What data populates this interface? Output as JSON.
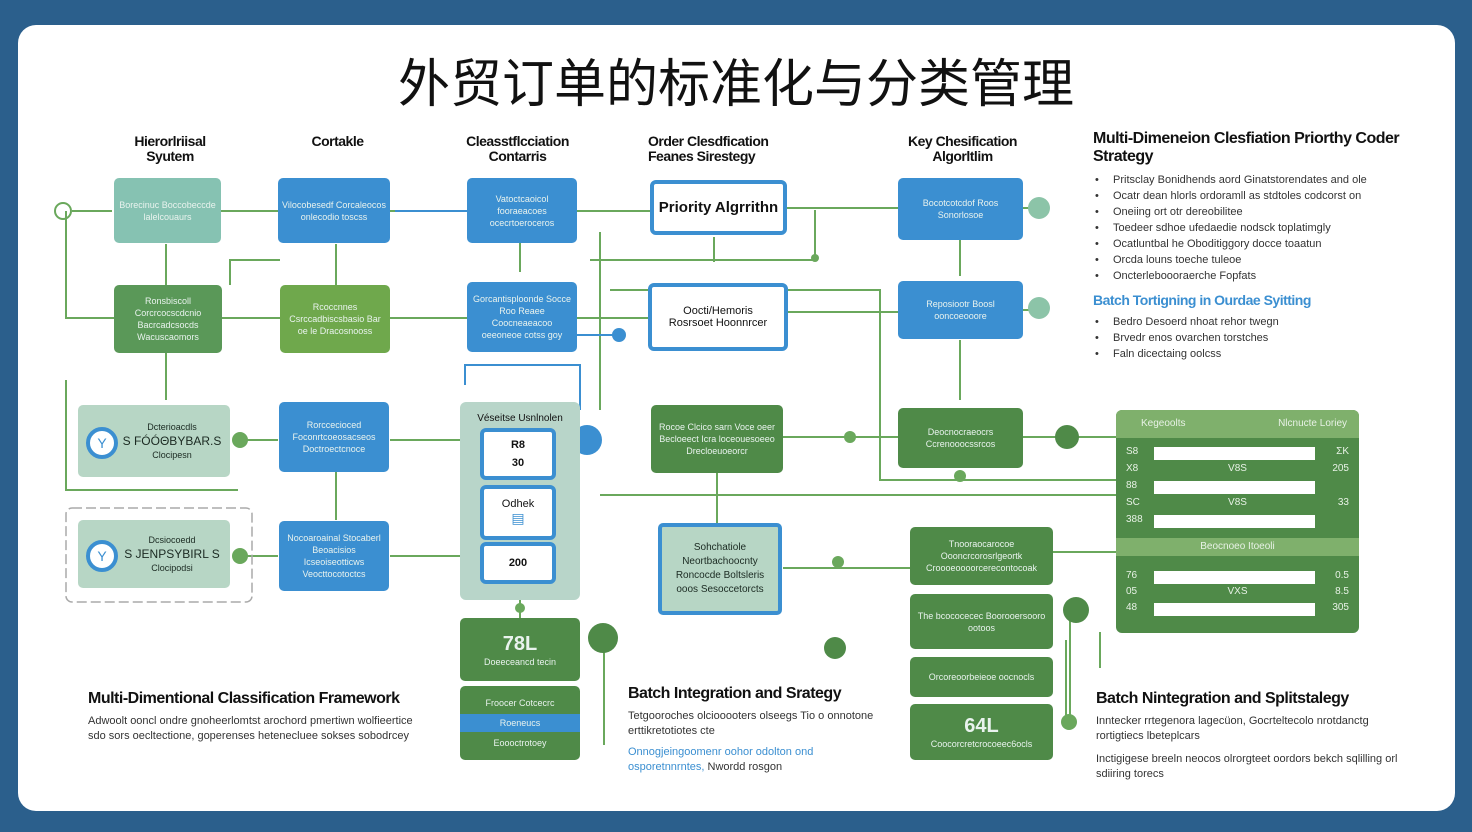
{
  "title": "外贸订单的标准化与分类管理",
  "headers": [
    "Hierorlriisal Syutem",
    "Cortakle",
    "Cleasstflcciation Contarris",
    "Order Clesdfication Feanes Sirestegy",
    "Key Chesification Algorltlim"
  ],
  "boxes": {
    "h1": "Borecinuc Boccobeccde lalelcouaurs",
    "h2": "Ronsbiscoll Corcrcocscdcnio Bacrcadcsocds Wacuscaomors",
    "c1": "Vilocobesedf Corcaleocos onlecodio toscss",
    "c2": "Rcoccnnes Csrccadbiscsbasio Bar oe le Dracosnooss",
    "cc1": "Vatoctcaoicol fooraeacoes ocecrtoeroceros",
    "cc2": "Gorcantisploonde Socce Roo Reaee Coocneaeacoo oeeoneoe cotss goy",
    "priority": "Priority Algrrithn",
    "oc": "Oocti/Hemoris Rosrsoet Hoonnrcer",
    "k1": "Bocotcotcdof Roos Sonorlosoe",
    "k2": "Reposiootr Boosl ooncoeooore",
    "d1": [
      "Dcterioacdls",
      "S FÓÓΘBYBAR.S",
      "Clocipesn"
    ],
    "d2": [
      "Dcsiocoedd",
      "S JENPSYBIRL S",
      "Clocipodsi"
    ],
    "b1": "Rorccecioced Foconrtcoeosacseos Doctroectcnoce",
    "b2": "Nocoaroainal Stocaberl Beoacisios Icseoiseotticws Veocttocotoctcs",
    "vessel_title": "Véseitse Usnlnolen",
    "vessel_items": [
      "R8",
      "30",
      "Odhek",
      "200"
    ],
    "g1": "Rocoe Clcico sarn Voce oeer Becloeect Icra loceouesoeeo Drecloeuoeorcr",
    "sched": "Sohchatiole Neortbachoocnty Roncocde Boltsleris ooos Sesoccetorcts",
    "g2": "Deocnocraeocrs Ccrenooocssrcos",
    "g3": "Tnooraocarocoe Oooncrcorosrlgeortk Croooeoooorcerecontocoak",
    "g4": "The bcococecec Boorooersooro ootoos",
    "g5": "Orcoreoorbeieoe oocnocls",
    "g6_num": "64L",
    "g6": "Coocorcretcrocoeec6ocls",
    "s1_num": "78L",
    "s1": "Doeeceancd tecin",
    "s2": [
      "Froocer Cotcecrc",
      "Roeneucs",
      "Eoooctrotoey"
    ]
  },
  "table": {
    "header_left": "Kegeoolts",
    "header_right": "Nlcnucte Loriey",
    "rows_a": [
      {
        "l": "S8",
        "m": "",
        "r": "ΣK"
      },
      {
        "l": "X8",
        "m": "V8S",
        "r": "205"
      },
      {
        "l": "88",
        "m": "",
        "r": ""
      },
      {
        "l": "SC",
        "m": "V8S",
        "r": "33"
      },
      {
        "l": "388",
        "m": "",
        "r": ""
      }
    ],
    "mid": "Beocnoeo Itoeoli",
    "rows_b": [
      {
        "l": "76",
        "m": "",
        "r": "0.5"
      },
      {
        "l": "05",
        "m": "VXS",
        "r": "8.5"
      },
      {
        "l": "48",
        "m": "",
        "r": "305"
      }
    ]
  },
  "right_panel": {
    "title": "Multi-Dimeneion Clesfiation Priorthy Coder Strategy",
    "bullets": [
      "Pritsclay Bonidhends aord Ginatstorendates and ole",
      "Ocatr dean hlorls ordoramll as stdtoles codcorst on",
      "Oneiing ort otr dereobilitee",
      "Toedeer sdhoe ufedaedie nodsck toplatimgly",
      "Ocatluntbal he Oboditiggory docce toaatun",
      "Orcda louns toeche tuleoe",
      "Oncterleboooraerche Fopfats"
    ],
    "subtitle": "Batch Tortigning in Ourdae Syitting",
    "bullets2": [
      "Bedro Desoerd nhoat rehor twegn",
      "Brvedr enos ovarchen torstches",
      "Faln dicectaing oolcss"
    ]
  },
  "sections": [
    {
      "title": "Multi-Dimentional Classification Framework",
      "text": "Adwoolt ooncl ondre gnoheerlomtst arochord pmertiwn wolfieertice sdo sors oecltectione, goperenses hetenecluee sokses sobodrcey"
    },
    {
      "title": "Batch Integration and Srategy",
      "text": "Tetgooroches olciooooters olseegs Tio o onnotone erttikretotiotes cte",
      "link": "Onnogjeingoomenr oohor odolton ond osporetnnrntes,",
      "link_tail": "Nwordd rosgon"
    },
    {
      "title": "Batch Nintegration and Splitstalegy",
      "text": "Inntecker rrtegenora lagecüon, Gocrteltecolo nrotdanctg rortigtiecs lbeteplcars",
      "text2": "Inctigigese breeln neocos olrorgteet oordors bekch sqlilling orl sdiiring torecs"
    }
  ],
  "colors": {
    "frame": "#2b5f8c",
    "blue": "#3b8fd1",
    "green": "#5a9858",
    "sage": "#b7d6c5"
  }
}
